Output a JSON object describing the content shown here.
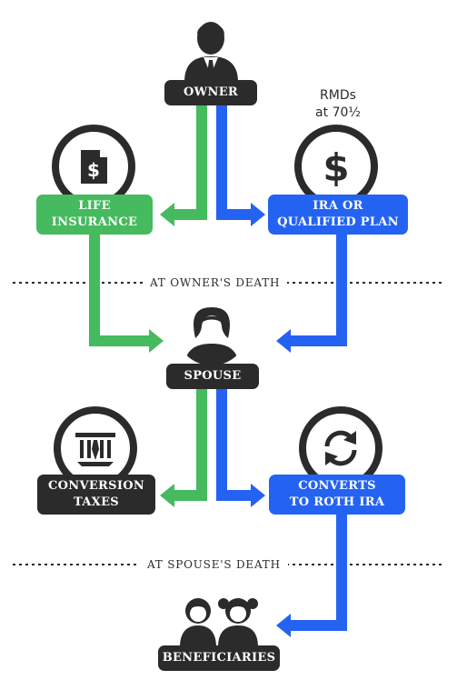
{
  "nodes": {
    "owner": "OWNER",
    "rmd_line1": "RMDs",
    "rmd_line2": "at 70½",
    "life_insurance_line1": "LIFE",
    "life_insurance_line2": "INSURANCE",
    "ira_line1": "IRA OR",
    "ira_line2": "QUALIFIED PLAN",
    "spouse": "SPOUSE",
    "conversion_line1": "CONVERSION",
    "conversion_line2": "TAXES",
    "roth_line1": "CONVERTS",
    "roth_line2": "TO ROTH IRA",
    "beneficiaries": "BENEFICIARIES"
  },
  "dividers": {
    "owner_death": "AT OWNER'S DEATH",
    "spouse_death": "AT SPOUSE'S DEATH"
  },
  "colors": {
    "green": "#45ba5e",
    "blue": "#2463f2",
    "dark": "#2b2b2b"
  },
  "icons": [
    "person-icon",
    "document-dollar-icon",
    "dollar-icon",
    "irs-eagle-icon",
    "refresh-icon",
    "beneficiaries-icon"
  ]
}
